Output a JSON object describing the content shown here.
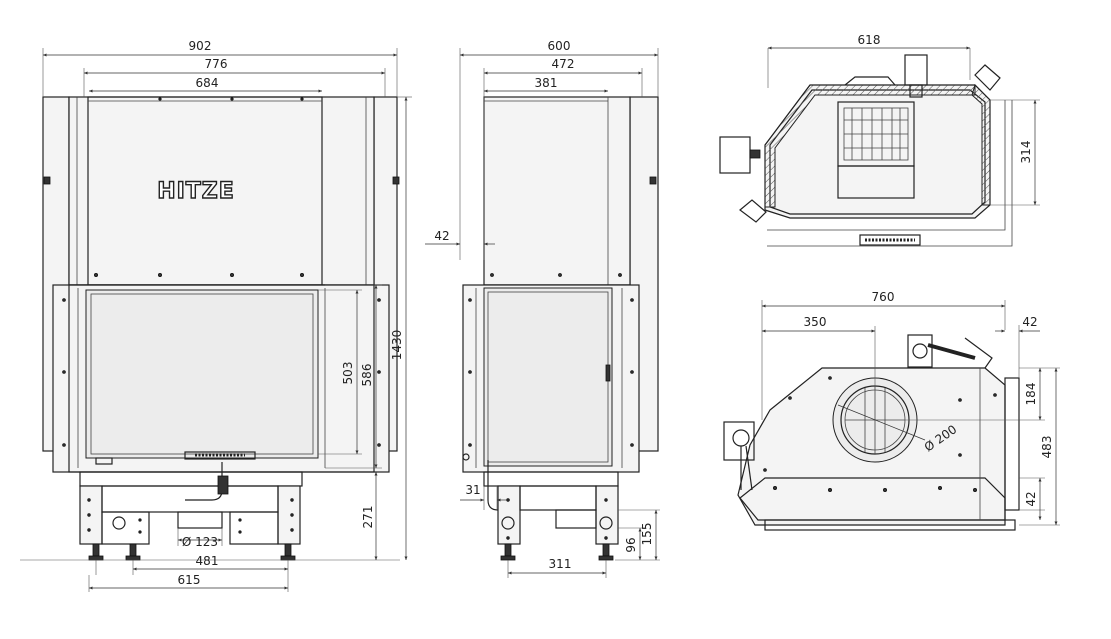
{
  "brand": "HITZE",
  "front": {
    "width_outer": "902",
    "width_mid": "776",
    "width_inner": "684",
    "height_total": "1430",
    "door_outer": "586",
    "door_inner": "503",
    "base_height": "271",
    "flue_dia": "Ø 123",
    "feet_inner": "481",
    "feet_outer": "615"
  },
  "side": {
    "width_outer": "600",
    "width_mid": "472",
    "width_inner": "381",
    "offset_left": "42",
    "offset_bottom": "31",
    "feet_spacing": "311",
    "base_h1": "96",
    "base_h2": "155"
  },
  "top_view": {
    "depth": "618",
    "height_right": "314"
  },
  "plan_view": {
    "width": "760",
    "to_flue": "350",
    "flue_dia": "Ø 200",
    "top_offset": "42",
    "height_upper": "184",
    "height_total": "483",
    "height_lower": "42"
  },
  "colors": {
    "line": "#222222",
    "fill": "#f4f4f4",
    "glass": "#ececec"
  }
}
